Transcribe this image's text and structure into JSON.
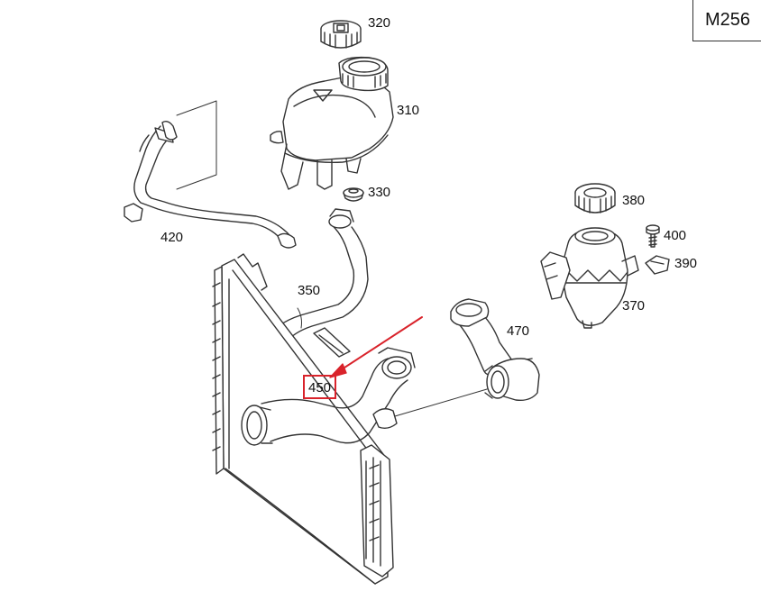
{
  "model_badge": "M256",
  "highlighted_part": "450",
  "colors": {
    "line": "#333333",
    "highlight": "#d9232b",
    "hose_fill": "#ffffff"
  },
  "labels": {
    "p320": "320",
    "p310": "310",
    "p330": "330",
    "p420": "420",
    "p350": "350",
    "p380": "380",
    "p400": "400",
    "p390": "390",
    "p370": "370",
    "p470": "470",
    "p450": "450"
  }
}
